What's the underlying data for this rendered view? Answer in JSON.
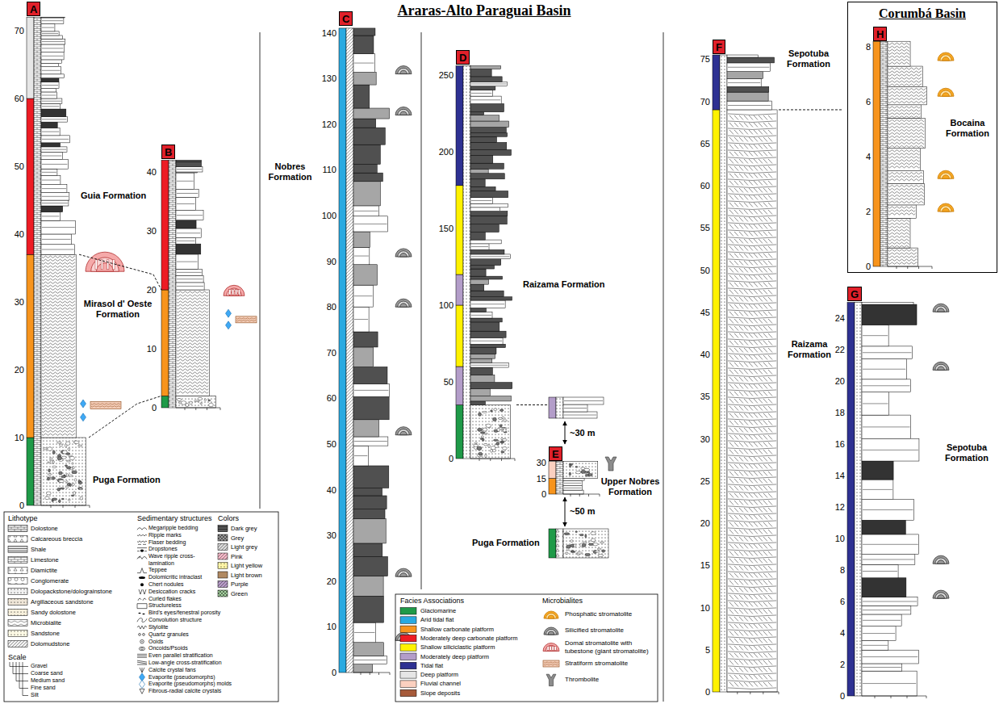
{
  "diagram": {
    "title": "Araras-Alto Paraguai Basin",
    "nodes": [
      {
        "text": [
          "A"
        ]
      },
      {
        "text": [
          "B"
        ]
      },
      {
        "text": [
          "C"
        ]
      },
      {
        "text": [
          "D"
        ]
      },
      {
        "text": [
          "E"
        ]
      },
      {
        "text": [
          "F"
        ]
      },
      {
        "text": [
          "Corumbá Basin"
        ]
      },
      {
        "text": [
          "H"
        ],
        "in": 6
      },
      {
        "text": [
          "G"
        ]
      }
    ],
    "labels": [
      "0",
      "10",
      "20",
      "30",
      "40",
      "50",
      "60",
      "70",
      "0",
      "10",
      "20",
      "30",
      "40",
      "0",
      "10",
      "20",
      "30",
      "40",
      "50",
      "60",
      "70",
      "80",
      "90",
      "100",
      "110",
      "120",
      "130",
      "140",
      "0",
      "50",
      "100",
      "150",
      "200",
      "250",
      "0",
      "15",
      "30",
      "0",
      "5",
      "10",
      "15",
      "20",
      "25",
      "30",
      "35",
      "40",
      "45",
      "50",
      "55",
      "60",
      "65",
      "70",
      "75",
      "0",
      "2",
      "4",
      "6",
      "8",
      "10",
      "12",
      "14",
      "16",
      "18",
      "20",
      "22",
      "24",
      "0",
      "2",
      "4",
      "6",
      "8",
      "Guia Formation",
      "Mirasol d' Oeste Formation",
      "Puga Formation",
      "Nobres Formation",
      "Raizama Formation",
      "Puga Formation",
      "~30 m",
      "Upper Nobres Formation",
      "~50 m",
      "Sepotuba Formation",
      "Raizama Formation",
      "Bocaina Formation",
      "Sepotuba Formation",
      "Lithotype",
      "Sedimentary structures",
      "Colors",
      "Scale",
      "Facies Associations",
      "Microbialites"
    ],
    "legend": [
      {
        "text": "Dolostone"
      },
      {
        "text": "Calcareous breccia"
      },
      {
        "text": "Shale"
      },
      {
        "text": "Limestone"
      },
      {
        "text": "Diamictite"
      },
      {
        "text": "Conglomerate"
      },
      {
        "text": "Dolopackstone/dolograinstone"
      },
      {
        "text": "Argillaceous sandstone"
      },
      {
        "text": "Sandy dolostone"
      },
      {
        "text": "Microbialite"
      },
      {
        "text": "Sandstone"
      },
      {
        "text": "Dolomudstone"
      },
      {
        "text": "Megaripple bedding"
      },
      {
        "text": "Ripple marks"
      },
      {
        "text": "Flaser bedding"
      },
      {
        "text": "Dropstones"
      },
      {
        "text": "Wave ripple cross-lamination"
      },
      {
        "text": "Teppee"
      },
      {
        "text": "Dolomicritic intraclast"
      },
      {
        "text": "Chert nodules"
      },
      {
        "text": "Desiccation cracks"
      },
      {
        "text": "Curled flakes"
      },
      {
        "text": "Structureless"
      },
      {
        "text": "Bird's eyes/fenestral porosity"
      },
      {
        "text": "Convolution structure"
      },
      {
        "text": "Stylolite"
      },
      {
        "text": "Quartz granules"
      },
      {
        "text": "Ooids"
      },
      {
        "text": "Oncoids/Psoids"
      },
      {
        "text": "Even parallel stratification"
      },
      {
        "text": "Low-angle cross-stratification"
      },
      {
        "text": "Calcite crystal fans"
      },
      {
        "text": "Evaporite (pseudomorphs)"
      },
      {
        "text": "Evaporite (pseudomorphs) molds"
      },
      {
        "text": "Fibrous-radial calcite crystals"
      },
      {
        "text": "Dark grey"
      },
      {
        "text": "Grey"
      },
      {
        "text": "Light grey"
      },
      {
        "text": "Pink"
      },
      {
        "text": "Light yellow"
      },
      {
        "text": "Light brown"
      },
      {
        "text": "Purple"
      },
      {
        "text": "Green"
      },
      {
        "text": "Gravel"
      },
      {
        "text": "Coarse sand"
      },
      {
        "text": "Medium sand"
      },
      {
        "text": "Fine sand"
      },
      {
        "text": "Silt"
      },
      {
        "text": "Glaciomarine",
        "color": "#1f9a48"
      },
      {
        "text": "Arid tidal flat",
        "color": "#29aae1"
      },
      {
        "text": "Shallow carbonate platform",
        "color": "#f7941d"
      },
      {
        "text": "Moderately deep carbonate platform",
        "color": "#ed1c24"
      },
      {
        "text": "Shallow siliciclastic platform",
        "color": "#fff200"
      },
      {
        "text": "Moderately deep platform",
        "color": "#b39dc9"
      },
      {
        "text": "Tidal flat",
        "color": "#2e3192"
      },
      {
        "text": "Deep platform",
        "color": "#e6e6e6"
      },
      {
        "text": "Fluvial channel",
        "color": "#fbd0c0"
      },
      {
        "text": "Slope deposits",
        "color": "#a65a3a"
      },
      {
        "text": "Phosphatic stromatolite"
      },
      {
        "text": "Silicified stromatolite"
      },
      {
        "text": "Domal stromatolite with tubestone (giant stromatolite)"
      },
      {
        "text": "Stratiform stromatolite"
      },
      {
        "text": "Thrombolite"
      }
    ]
  }
}
